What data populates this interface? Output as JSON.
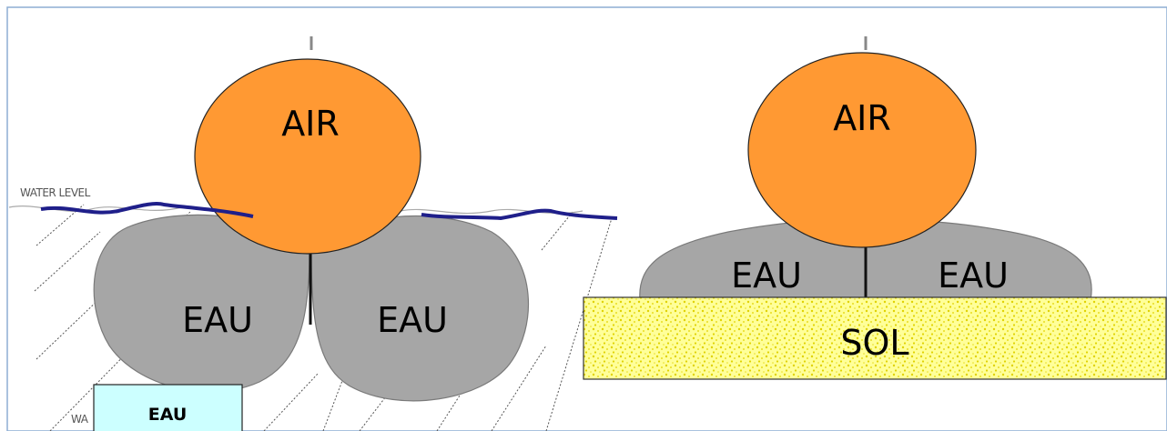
{
  "labels": {
    "air_left": "AIR",
    "air_right": "AIR",
    "eau_left_1": "EAU",
    "eau_left_2": "EAU",
    "eau_right_1": "EAU",
    "eau_right_2": "EAU",
    "sol": "SOL",
    "water_level": "WATER LEVEL",
    "water_level_bottom": "WA",
    "eau_box": "EAU"
  },
  "colors": {
    "air": "#FF9933",
    "water": "#A6A6A6",
    "soil": "#FFFF99",
    "soil_dots": "#E0D200",
    "water_line": "#1F1F8A",
    "eau_box_fill": "#CCFFFF"
  }
}
